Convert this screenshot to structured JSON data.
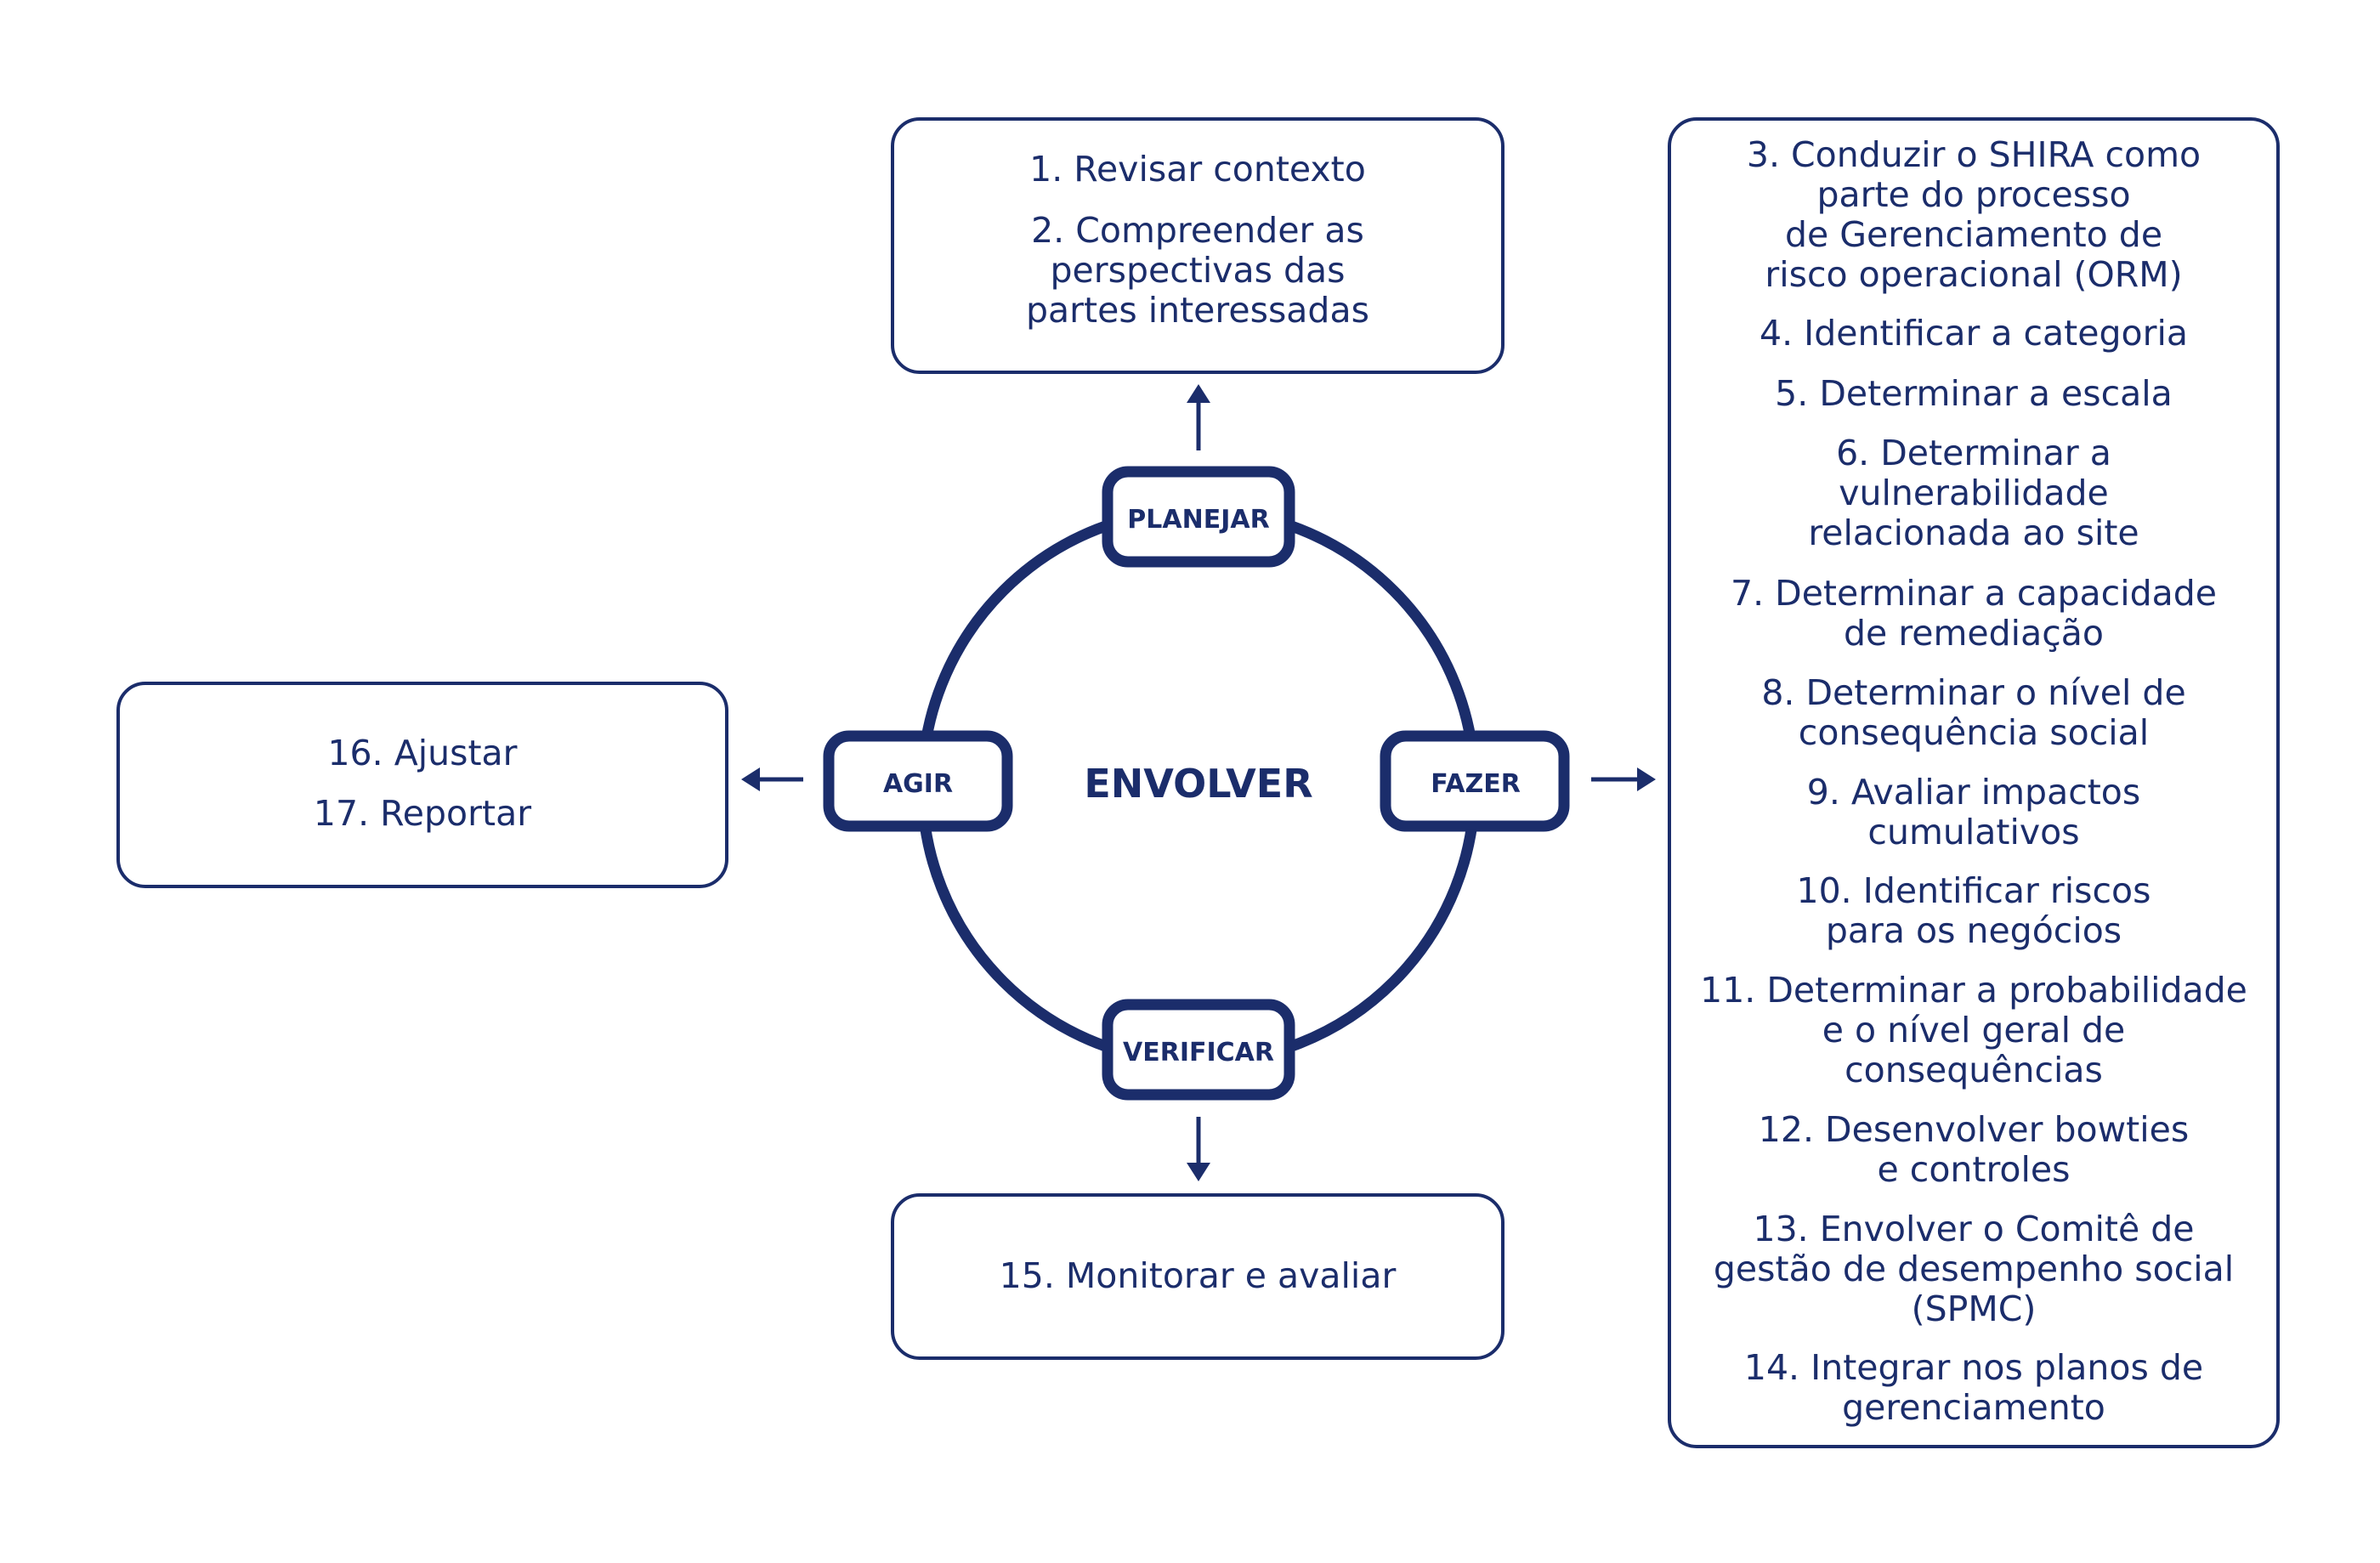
{
  "colors": {
    "primary": "#1b2d6b",
    "background": "#ffffff"
  },
  "center": {
    "label": "ENVOLVER"
  },
  "cycle": {
    "plan": "PLANEJAR",
    "do": "FAZER",
    "check": "VERIFICAR",
    "act": "AGIR"
  },
  "boxes": {
    "plan": {
      "items": [
        "1. Revisar contexto",
        "2. Compreender as\nperspectivas das\npartes interessadas"
      ]
    },
    "do": {
      "items": [
        "3. Conduzir o SHIRA como\nparte do processo\nde Gerenciamento de\nrisco operacional (ORM)",
        "4. Identificar a categoria",
        "5. Determinar a escala",
        "6. Determinar a\nvulnerabilidade\nrelacionada ao site",
        "7. Determinar a capacidade\nde remediação",
        "8. Determinar o nível de\nconsequência social",
        "9. Avaliar impactos\ncumulativos",
        "10. Identificar riscos\npara os negócios",
        "11. Determinar a probabilidade\ne o nível geral de\nconsequências",
        "12. Desenvolver bowties\ne controles",
        "13. Envolver o Comitê de\ngestão de desempenho social\n(SPMC)",
        "14. Integrar nos planos de\ngerenciamento"
      ]
    },
    "check": {
      "items": [
        "15. Monitorar e avaliar"
      ]
    },
    "act": {
      "items": [
        "16. Ajustar",
        "17. Reportar"
      ]
    }
  }
}
